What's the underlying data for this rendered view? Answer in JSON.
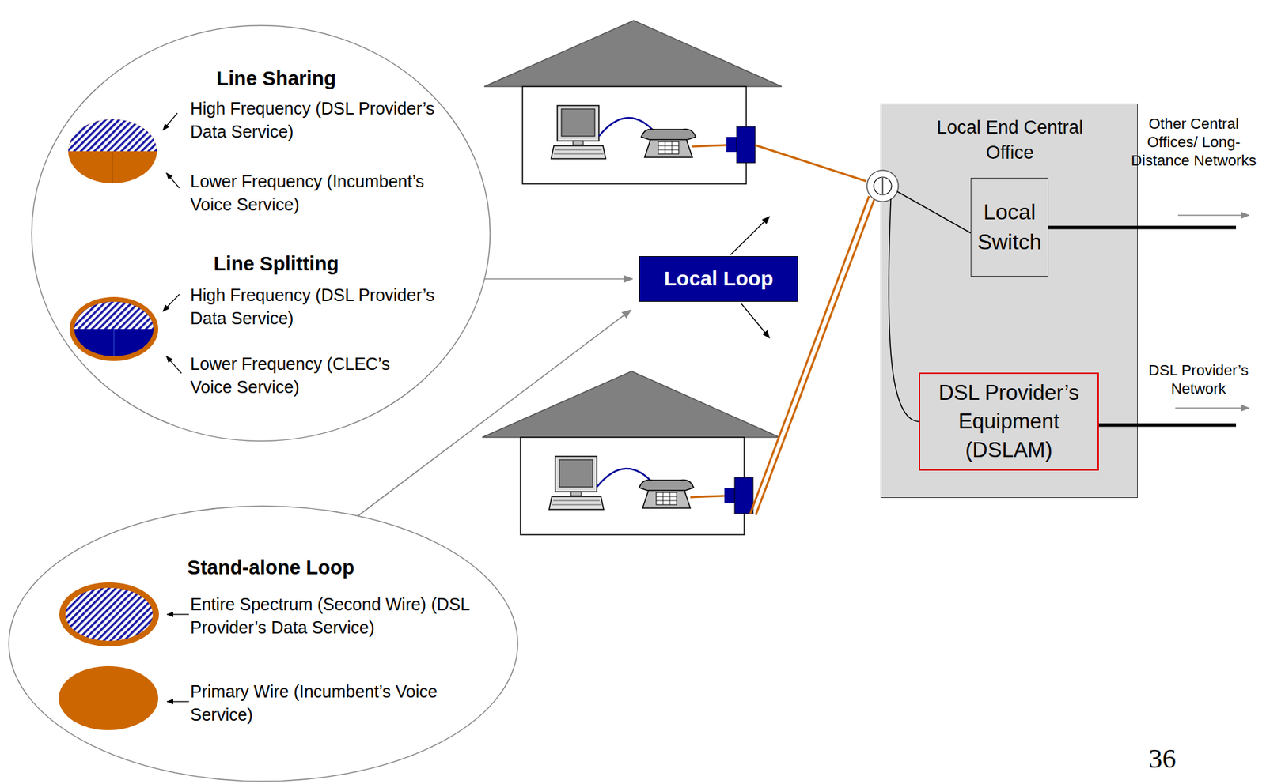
{
  "diagram": {
    "nodes": [
      {
        "text": [
          "Line Sharing",
          "High Frequency (DSL Provider’s Data Service)",
          "Lower Frequency (Incumbent’s Voice Service)",
          "Line Splitting",
          "High Frequency (DSL Provider’s Data Service)",
          "Lower Frequency (CLEC’s Voice Service)"
        ]
      },
      {
        "text": [
          "Stand-alone Loop",
          "Entire Spectrum (Second Wire) (DSL Provider’s Data Service)",
          "Primary Wire (Incumbent’s Voice Service)"
        ]
      },
      {
        "text": [
          "Local Loop"
        ]
      },
      {
        "text": [
          "Local End Central Office"
        ]
      },
      {
        "text": [
          "Local Switch"
        ],
        "in": 3
      },
      {
        "text": [
          "DSL Provider’s Equipment (DSLAM)"
        ],
        "in": 3
      }
    ],
    "edges": [
      {
        "from": 0,
        "to": 2,
        "arrow": "to"
      },
      {
        "from": 1,
        "to": 2,
        "arrow": "to"
      }
    ],
    "labels": [
      "Other Central Offices/ Long-Distance Networks",
      "DSL Provider’s Network",
      "36"
    ]
  }
}
